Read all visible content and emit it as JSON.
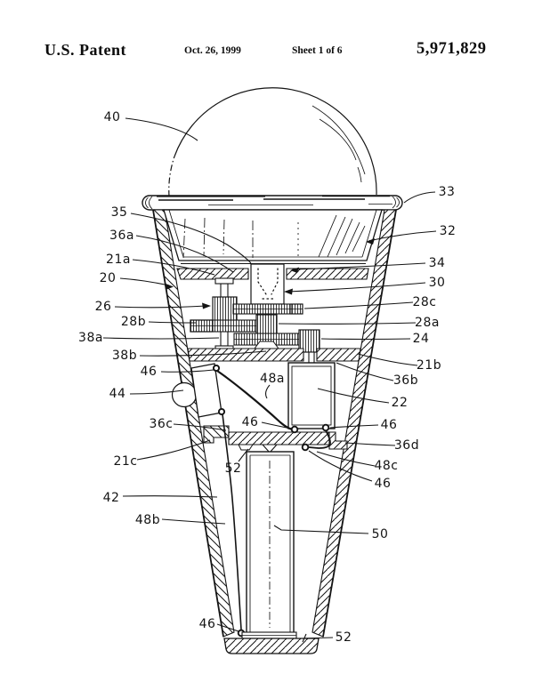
{
  "header": {
    "title": "U.S. Patent",
    "date": "Oct. 26, 1999",
    "sheet": "Sheet 1 of 6",
    "patent_number": "5,971,829"
  },
  "figure": {
    "description": "Sectional view of cone-shaped toy: transparent dome (40) on rim (33) over cup (32), gear train (24-30, 38a-38b) on platforms (21a, 21b), motor (22), push-switch (44), wires (48a-48c), contacts (46), battery tube (50) and base plates (52) inside tapered cone shell (42/20)",
    "labels": [
      {
        "text": "40"
      },
      {
        "text": "33"
      },
      {
        "text": "35"
      },
      {
        "text": "36a"
      },
      {
        "text": "32"
      },
      {
        "text": "21a"
      },
      {
        "text": "34"
      },
      {
        "text": "20"
      },
      {
        "text": "30"
      },
      {
        "text": "26"
      },
      {
        "text": "28c"
      },
      {
        "text": "28b"
      },
      {
        "text": "28a"
      },
      {
        "text": "38a"
      },
      {
        "text": "24"
      },
      {
        "text": "38b"
      },
      {
        "text": "21b"
      },
      {
        "text": "46"
      },
      {
        "text": "36b"
      },
      {
        "text": "44"
      },
      {
        "text": "48a"
      },
      {
        "text": "22"
      },
      {
        "text": "46"
      },
      {
        "text": "46"
      },
      {
        "text": "36c"
      },
      {
        "text": "36d"
      },
      {
        "text": "21c"
      },
      {
        "text": "48c"
      },
      {
        "text": "52"
      },
      {
        "text": "46"
      },
      {
        "text": "42"
      },
      {
        "text": "48b"
      },
      {
        "text": "50"
      },
      {
        "text": "46"
      },
      {
        "text": "52"
      }
    ]
  },
  "ink_color": "#141414",
  "paper_color": "#ffffff"
}
